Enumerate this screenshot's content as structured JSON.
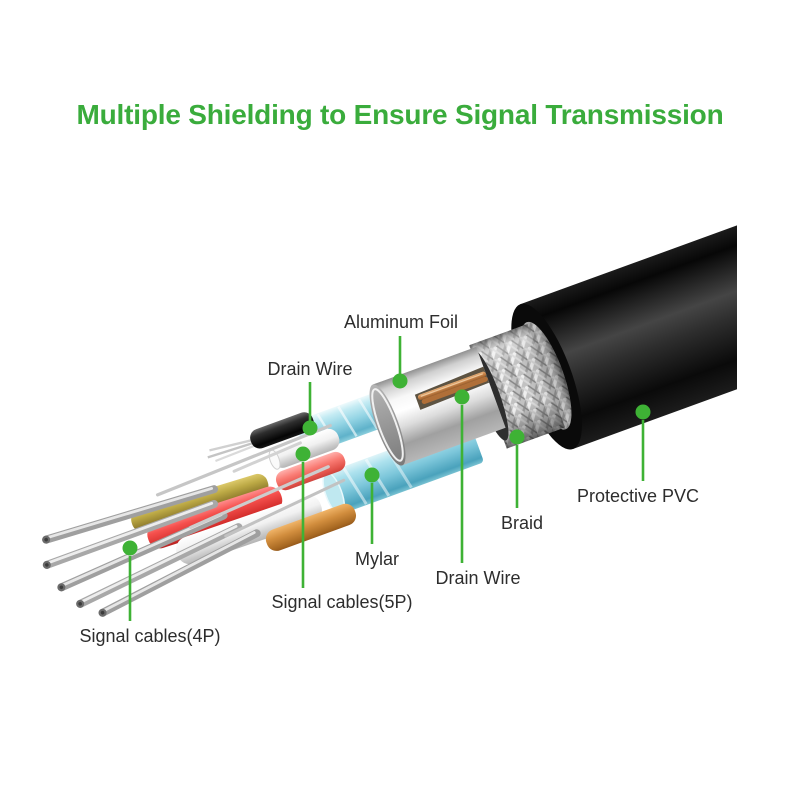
{
  "title": {
    "text": "Multiple Shielding to Ensure Signal Transmission"
  },
  "colors": {
    "title_green": "#3aac3c",
    "leader_green": "#3eb235",
    "label_text": "#2d2d2d",
    "pvc_black": "#111111",
    "braid_silver": "#c2c2c2",
    "foil_silver": "#e9e9e9",
    "copper": "#c9854b",
    "mylar_cyan": "#8fd2e3",
    "drain_black": "#2e2e2e",
    "drain_white": "#f1f1f1",
    "wire_red": "#f5504d",
    "wire_olive": "#bca945",
    "wire_orange": "#d28e3e",
    "wire_white": "#f1f1f1"
  },
  "diagram": {
    "labels": {
      "aluminum_foil": "Aluminum Foil",
      "drain_wire_top": "Drain Wire",
      "braid": "Braid",
      "protective_pvc": "Protective PVC",
      "mylar": "Mylar",
      "drain_wire_bottom": "Drain Wire",
      "signal_cables_5p": "Signal cables(5P)",
      "signal_cables_4p": "Signal cables(4P)"
    }
  }
}
